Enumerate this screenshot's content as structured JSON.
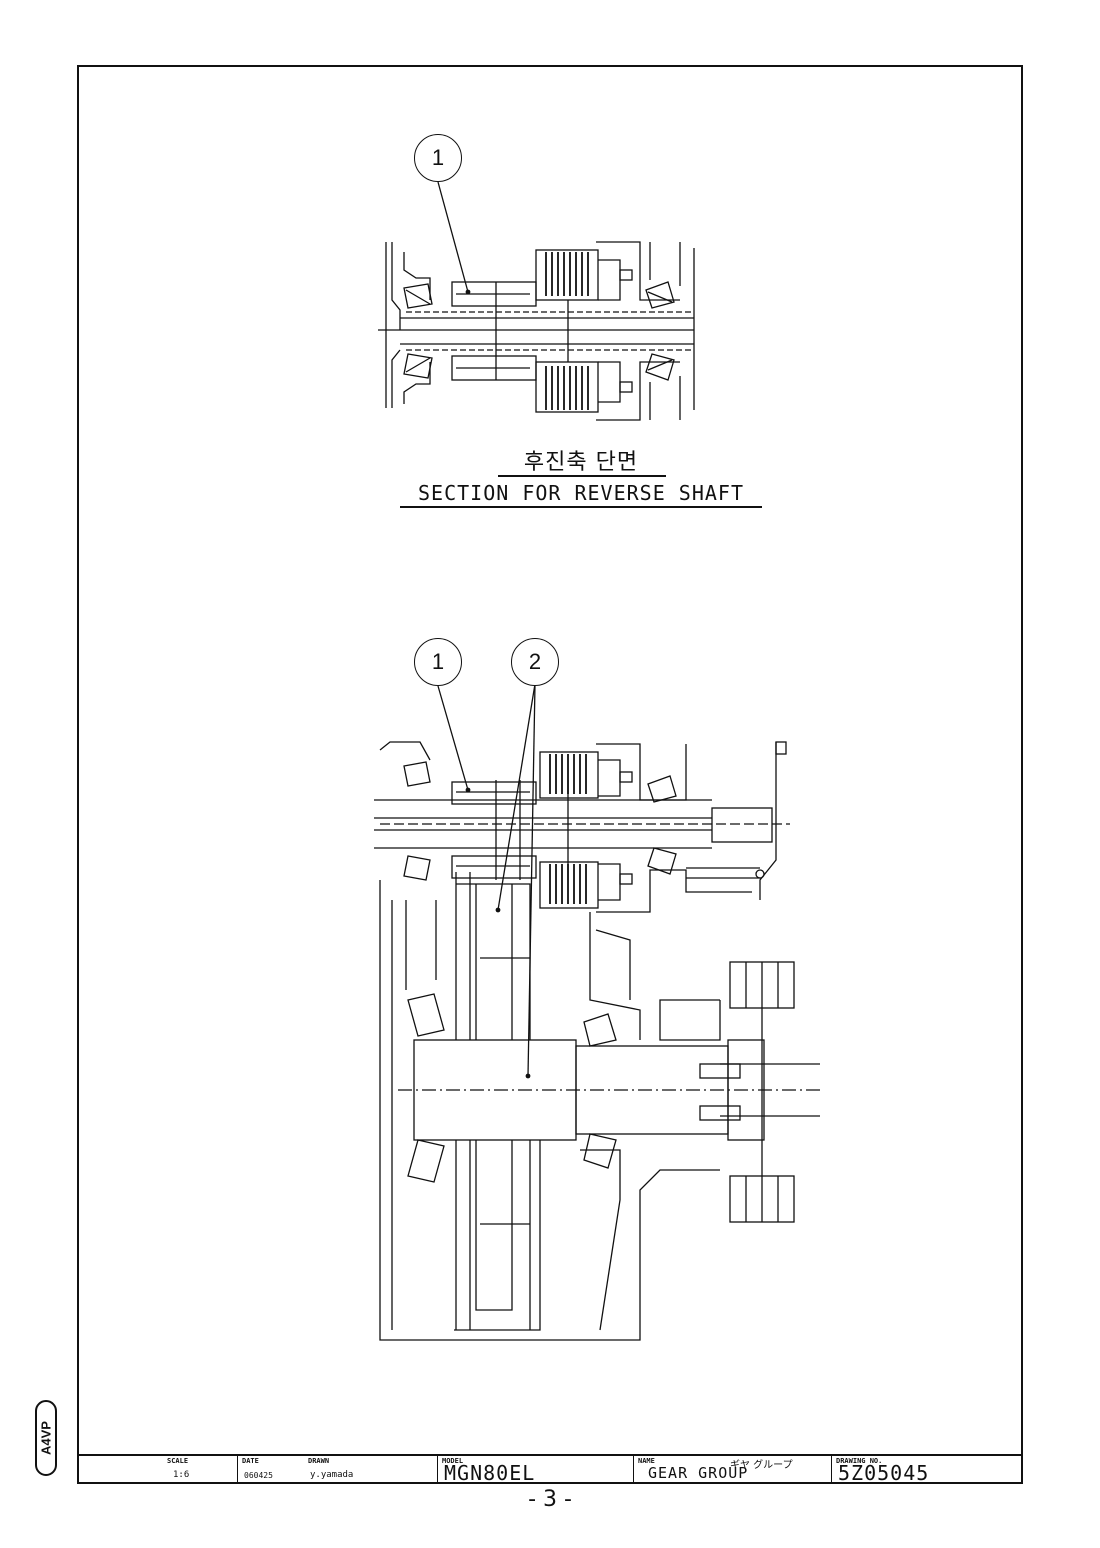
{
  "top_view": {
    "balloon": "1",
    "caption_ko": "후진축 단면",
    "caption_en": "SECTION FOR REVERSE SHAFT"
  },
  "bottom_view": {
    "balloons": [
      "1",
      "2"
    ]
  },
  "title_block": {
    "scale_label": "SCALE",
    "scale_value": "1:6",
    "date_label": "DATE",
    "date_value": "060425",
    "drawn_label": "DRAWN",
    "drawn_value": "y.yamada",
    "model_label": "MODEL",
    "model_value": "MGN80EL",
    "name_label": "NAME",
    "name_value": "GEAR GROUP",
    "name_kana": "ギヤ グループ",
    "drawing_no_label": "DRAWING NO.",
    "drawing_no_value": "5Z05045"
  },
  "stamp": "A4VP",
  "page_number": "- 3 -"
}
